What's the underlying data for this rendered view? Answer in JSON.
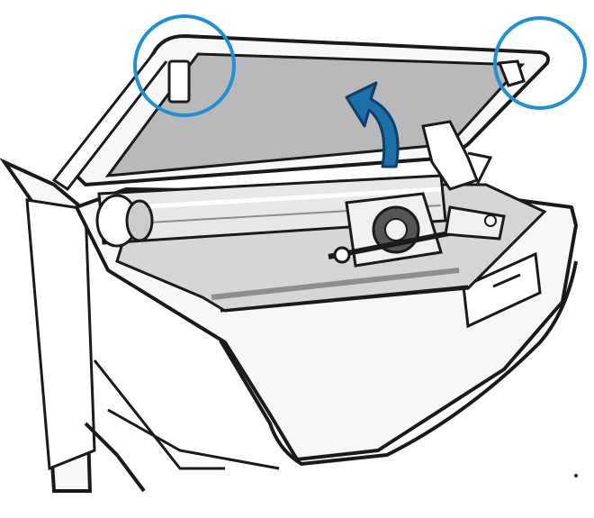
{
  "illustration": {
    "subject": "printer-cover-opening",
    "colors": {
      "outline": "#1a1a1a",
      "body_fill": "#f7f7f7",
      "cover_interior": "#b9b9b9",
      "cavity": "#d6d6d6",
      "shadow": "#8e8e8e",
      "highlight_circle": "#1e90d6",
      "arrow": "#1d6fa8"
    },
    "highlights": [
      {
        "name": "left-cover-latch"
      },
      {
        "name": "right-cover-latch"
      }
    ],
    "arrow": {
      "name": "lift-cover-arrow",
      "direction": "up-and-back"
    }
  }
}
